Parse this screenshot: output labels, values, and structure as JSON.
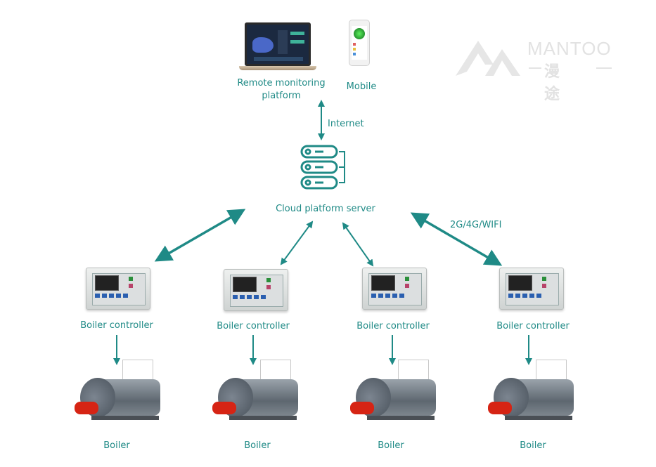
{
  "diagram": {
    "accent_color": "#1f8a86",
    "top": {
      "remote_platform_label_line1": "Remote monitoring",
      "remote_platform_label_line2": "platform",
      "mobile_label": "Mobile",
      "internet_label": "Internet"
    },
    "server": {
      "label": "Cloud platform server",
      "icon": "server-stack-icon"
    },
    "network_label": "2G/4G/WIFI",
    "units": [
      {
        "controller_label": "Boiler controller",
        "boiler_label": "Boiler"
      },
      {
        "controller_label": "Boiler controller",
        "boiler_label": "Boiler"
      },
      {
        "controller_label": "Boiler controller",
        "boiler_label": "Boiler"
      },
      {
        "controller_label": "Boiler controller",
        "boiler_label": "Boiler"
      }
    ],
    "logo": {
      "text_en": "MANTOO",
      "text_cn": "漫途"
    }
  }
}
